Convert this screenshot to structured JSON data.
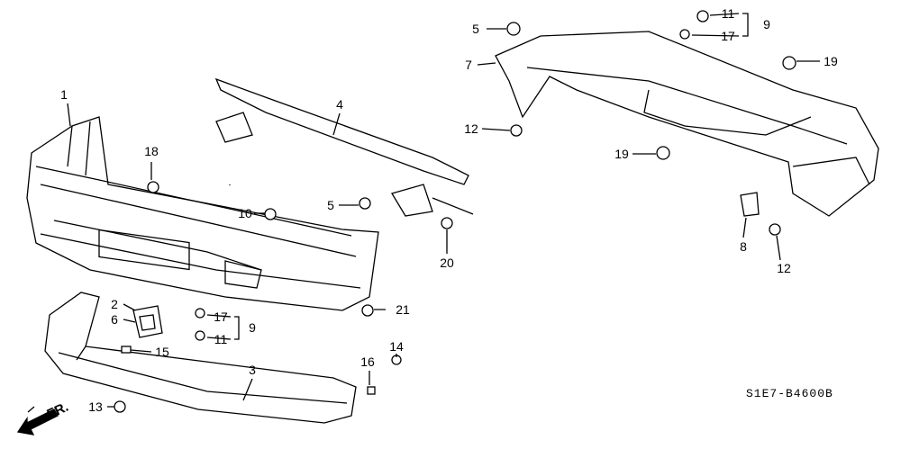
{
  "diagram": {
    "code": "S1E7-B4600B",
    "direction": "FR.",
    "callouts": [
      {
        "id": "c1",
        "text": "1"
      },
      {
        "id": "c18",
        "text": "18"
      },
      {
        "id": "c10",
        "text": "10"
      },
      {
        "id": "c5a",
        "text": "5"
      },
      {
        "id": "c4",
        "text": "4"
      },
      {
        "id": "c20",
        "text": "20"
      },
      {
        "id": "c21",
        "text": "21"
      },
      {
        "id": "c2",
        "text": "2"
      },
      {
        "id": "c6",
        "text": "6"
      },
      {
        "id": "c17a",
        "text": "17"
      },
      {
        "id": "c9a",
        "text": "9"
      },
      {
        "id": "c11a",
        "text": "11"
      },
      {
        "id": "c15",
        "text": "15"
      },
      {
        "id": "c3",
        "text": "3"
      },
      {
        "id": "c13",
        "text": "13"
      },
      {
        "id": "c14",
        "text": "14"
      },
      {
        "id": "c16",
        "text": "16"
      },
      {
        "id": "c5b",
        "text": "5"
      },
      {
        "id": "c7",
        "text": "7"
      },
      {
        "id": "c12a",
        "text": "12"
      },
      {
        "id": "c19a",
        "text": "19"
      },
      {
        "id": "c11b",
        "text": "11"
      },
      {
        "id": "c17b",
        "text": "17"
      },
      {
        "id": "c9b",
        "text": "9"
      },
      {
        "id": "c19b",
        "text": "19"
      },
      {
        "id": "c8",
        "text": "8"
      },
      {
        "id": "c12b",
        "text": "12"
      }
    ]
  }
}
